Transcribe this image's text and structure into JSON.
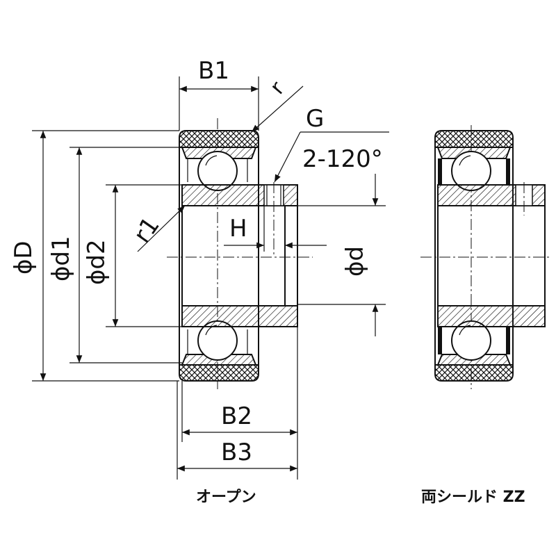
{
  "labels": {
    "B1": "B1",
    "r": "r",
    "G": "G",
    "angle": "2-120°",
    "D": "ϕD",
    "d1": "ϕd1",
    "d2": "ϕd2",
    "r1": "r1",
    "H": "H",
    "d": "ϕd",
    "B2": "B2",
    "B3": "B3"
  },
  "captions": {
    "open": "オープン",
    "shielded": "両シールド ZZ"
  }
}
